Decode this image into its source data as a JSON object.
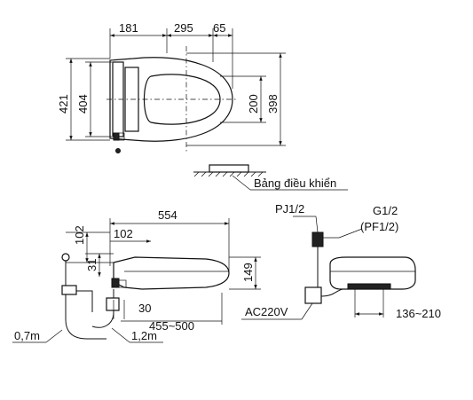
{
  "top_view": {
    "dim_181": "181",
    "dim_295": "295",
    "dim_65": "65",
    "dim_421": "421",
    "dim_404": "404",
    "dim_200": "200",
    "dim_398": "398"
  },
  "control_panel": {
    "label": "Bảng điều khiển"
  },
  "side_view": {
    "dim_554": "554",
    "dim_102_left": "102",
    "dim_102_inner": "102",
    "dim_31": "31",
    "dim_149": "149",
    "dim_30": "30",
    "dim_455_500": "455~500",
    "hose_07m": "0,7m",
    "cable_12m": "1,2m"
  },
  "rear_view": {
    "pj": "PJ1/2",
    "g": "G1/2",
    "pf": "(PF1/2)",
    "ac": "AC220V",
    "dim_136_210": "136~210"
  }
}
